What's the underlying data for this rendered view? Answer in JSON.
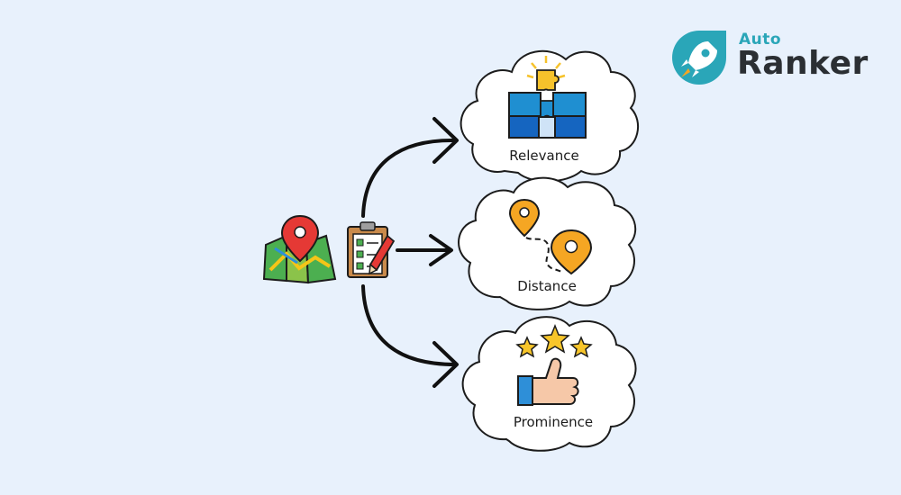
{
  "brand": {
    "small": "Auto",
    "large": "Ranker",
    "accent_color": "#2aa6b8",
    "dark_color": "#2b2f33"
  },
  "source": {
    "icons": [
      "map-icon",
      "location-pin-icon",
      "clipboard-checklist-icon",
      "pencil-icon"
    ]
  },
  "factors": [
    {
      "label": "Relevance",
      "icon": "puzzle-icon"
    },
    {
      "label": "Distance",
      "icon": "route-pins-icon"
    },
    {
      "label": "Prominence",
      "icon": "thumbs-up-stars-icon"
    }
  ],
  "colors": {
    "background": "#e8f1fc",
    "outline": "#1c1c1c",
    "pin_red": "#e53935",
    "pin_orange": "#f5a623",
    "puzzle_blue": "#1f8fd1",
    "puzzle_yellow": "#f6c22b",
    "thumb_blue": "#2e8fd8",
    "star_yellow": "#f7c52a"
  }
}
